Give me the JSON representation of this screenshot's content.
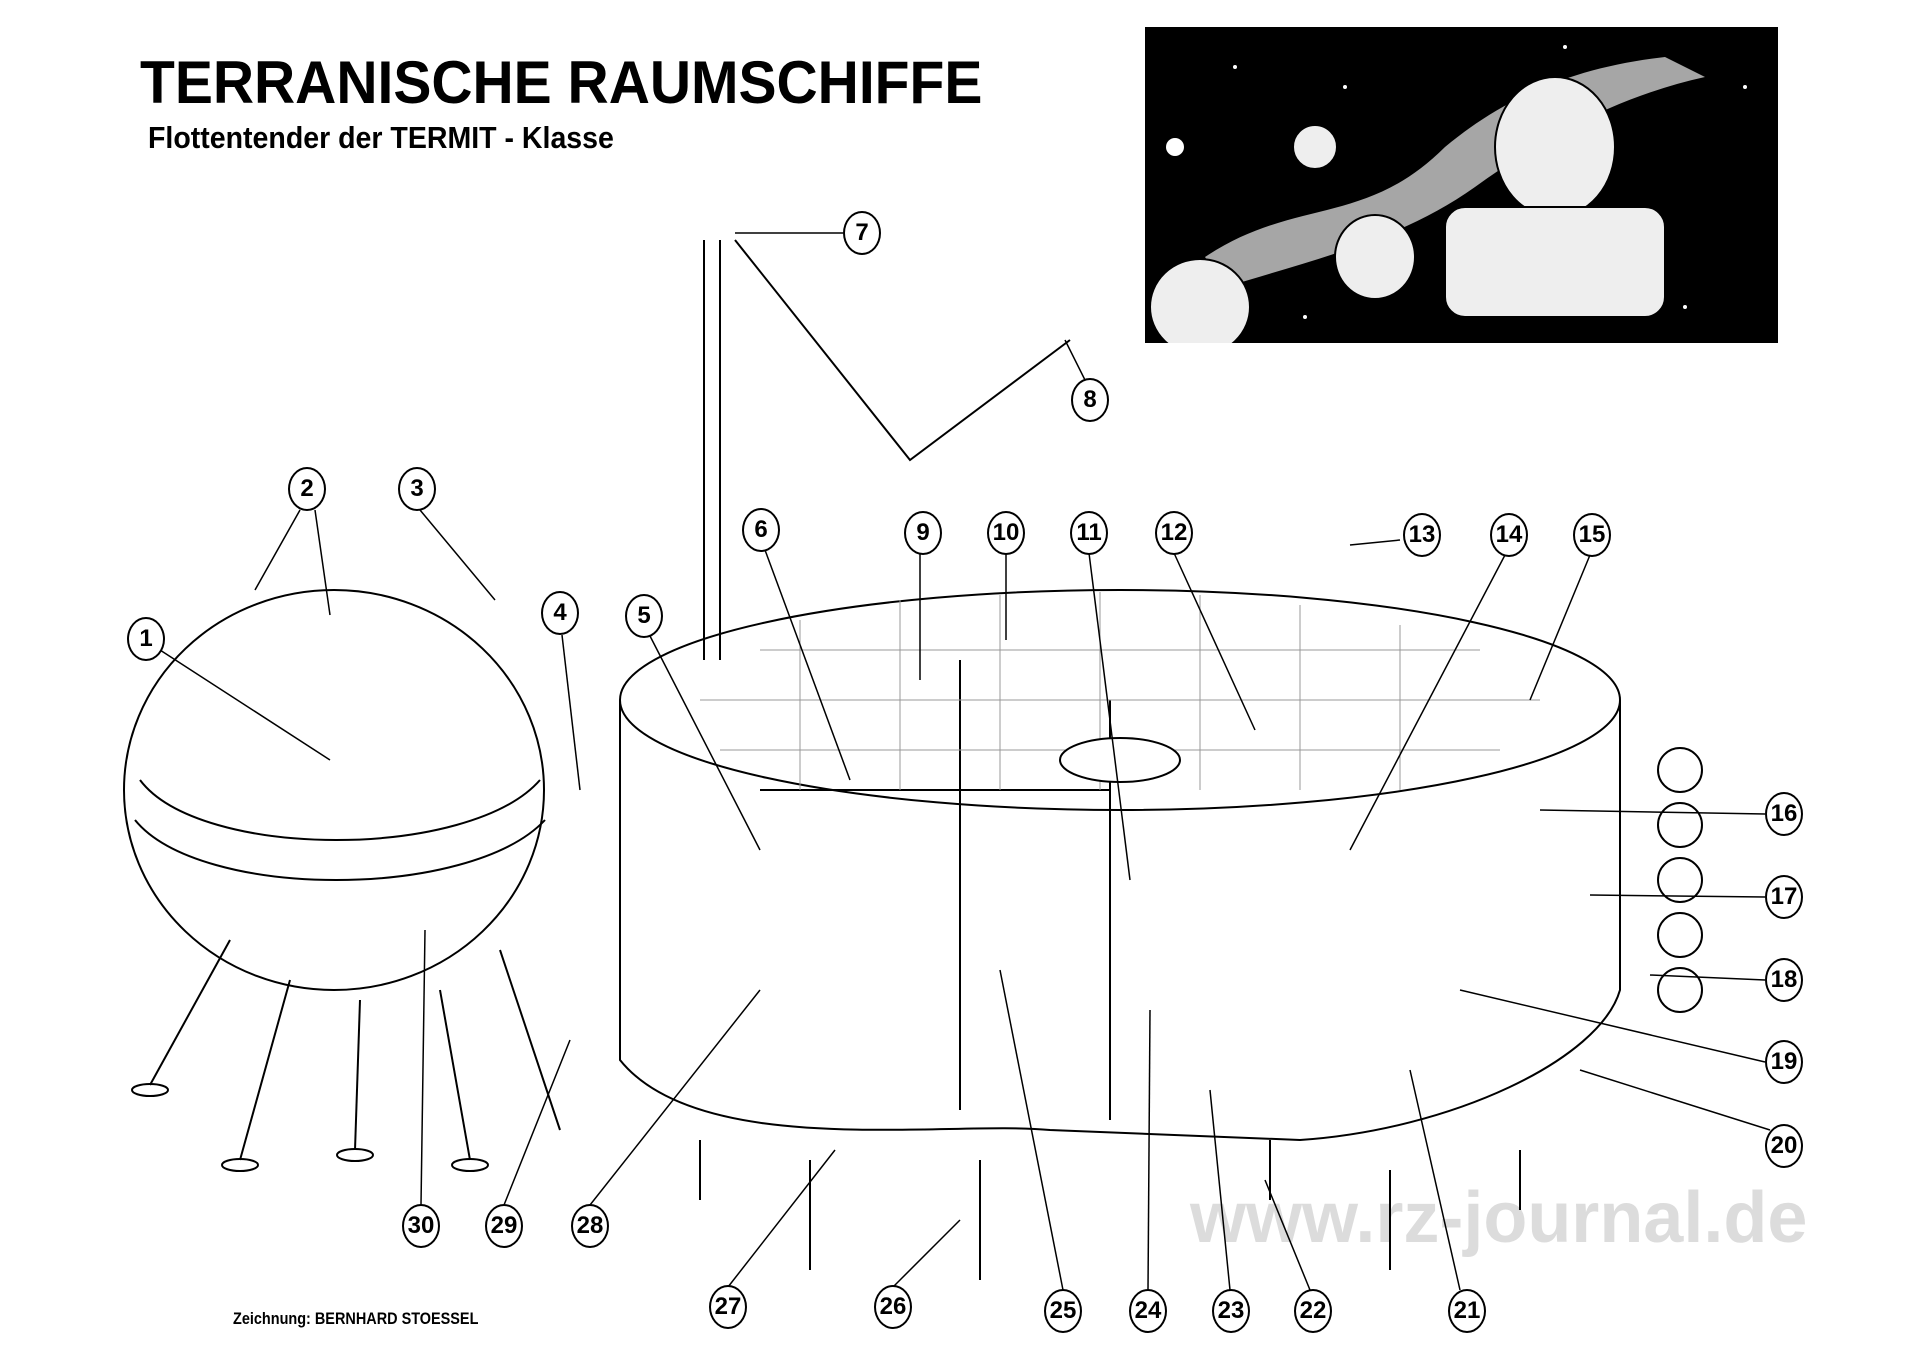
{
  "header": {
    "title": "TERRANISCHE RAUMSCHIFFE",
    "subtitle": "Flottentender der TERMIT - Klasse"
  },
  "credit": "Zeichnung: BERNHARD STOESSEL",
  "watermark": "www.rz-journal.de",
  "callouts": [
    "1",
    "2",
    "3",
    "4",
    "5",
    "6",
    "7",
    "8",
    "9",
    "10",
    "11",
    "12",
    "13",
    "14",
    "15",
    "16",
    "17",
    "18",
    "19",
    "20",
    "21",
    "22",
    "23",
    "24",
    "25",
    "26",
    "27",
    "28",
    "29",
    "30"
  ]
}
